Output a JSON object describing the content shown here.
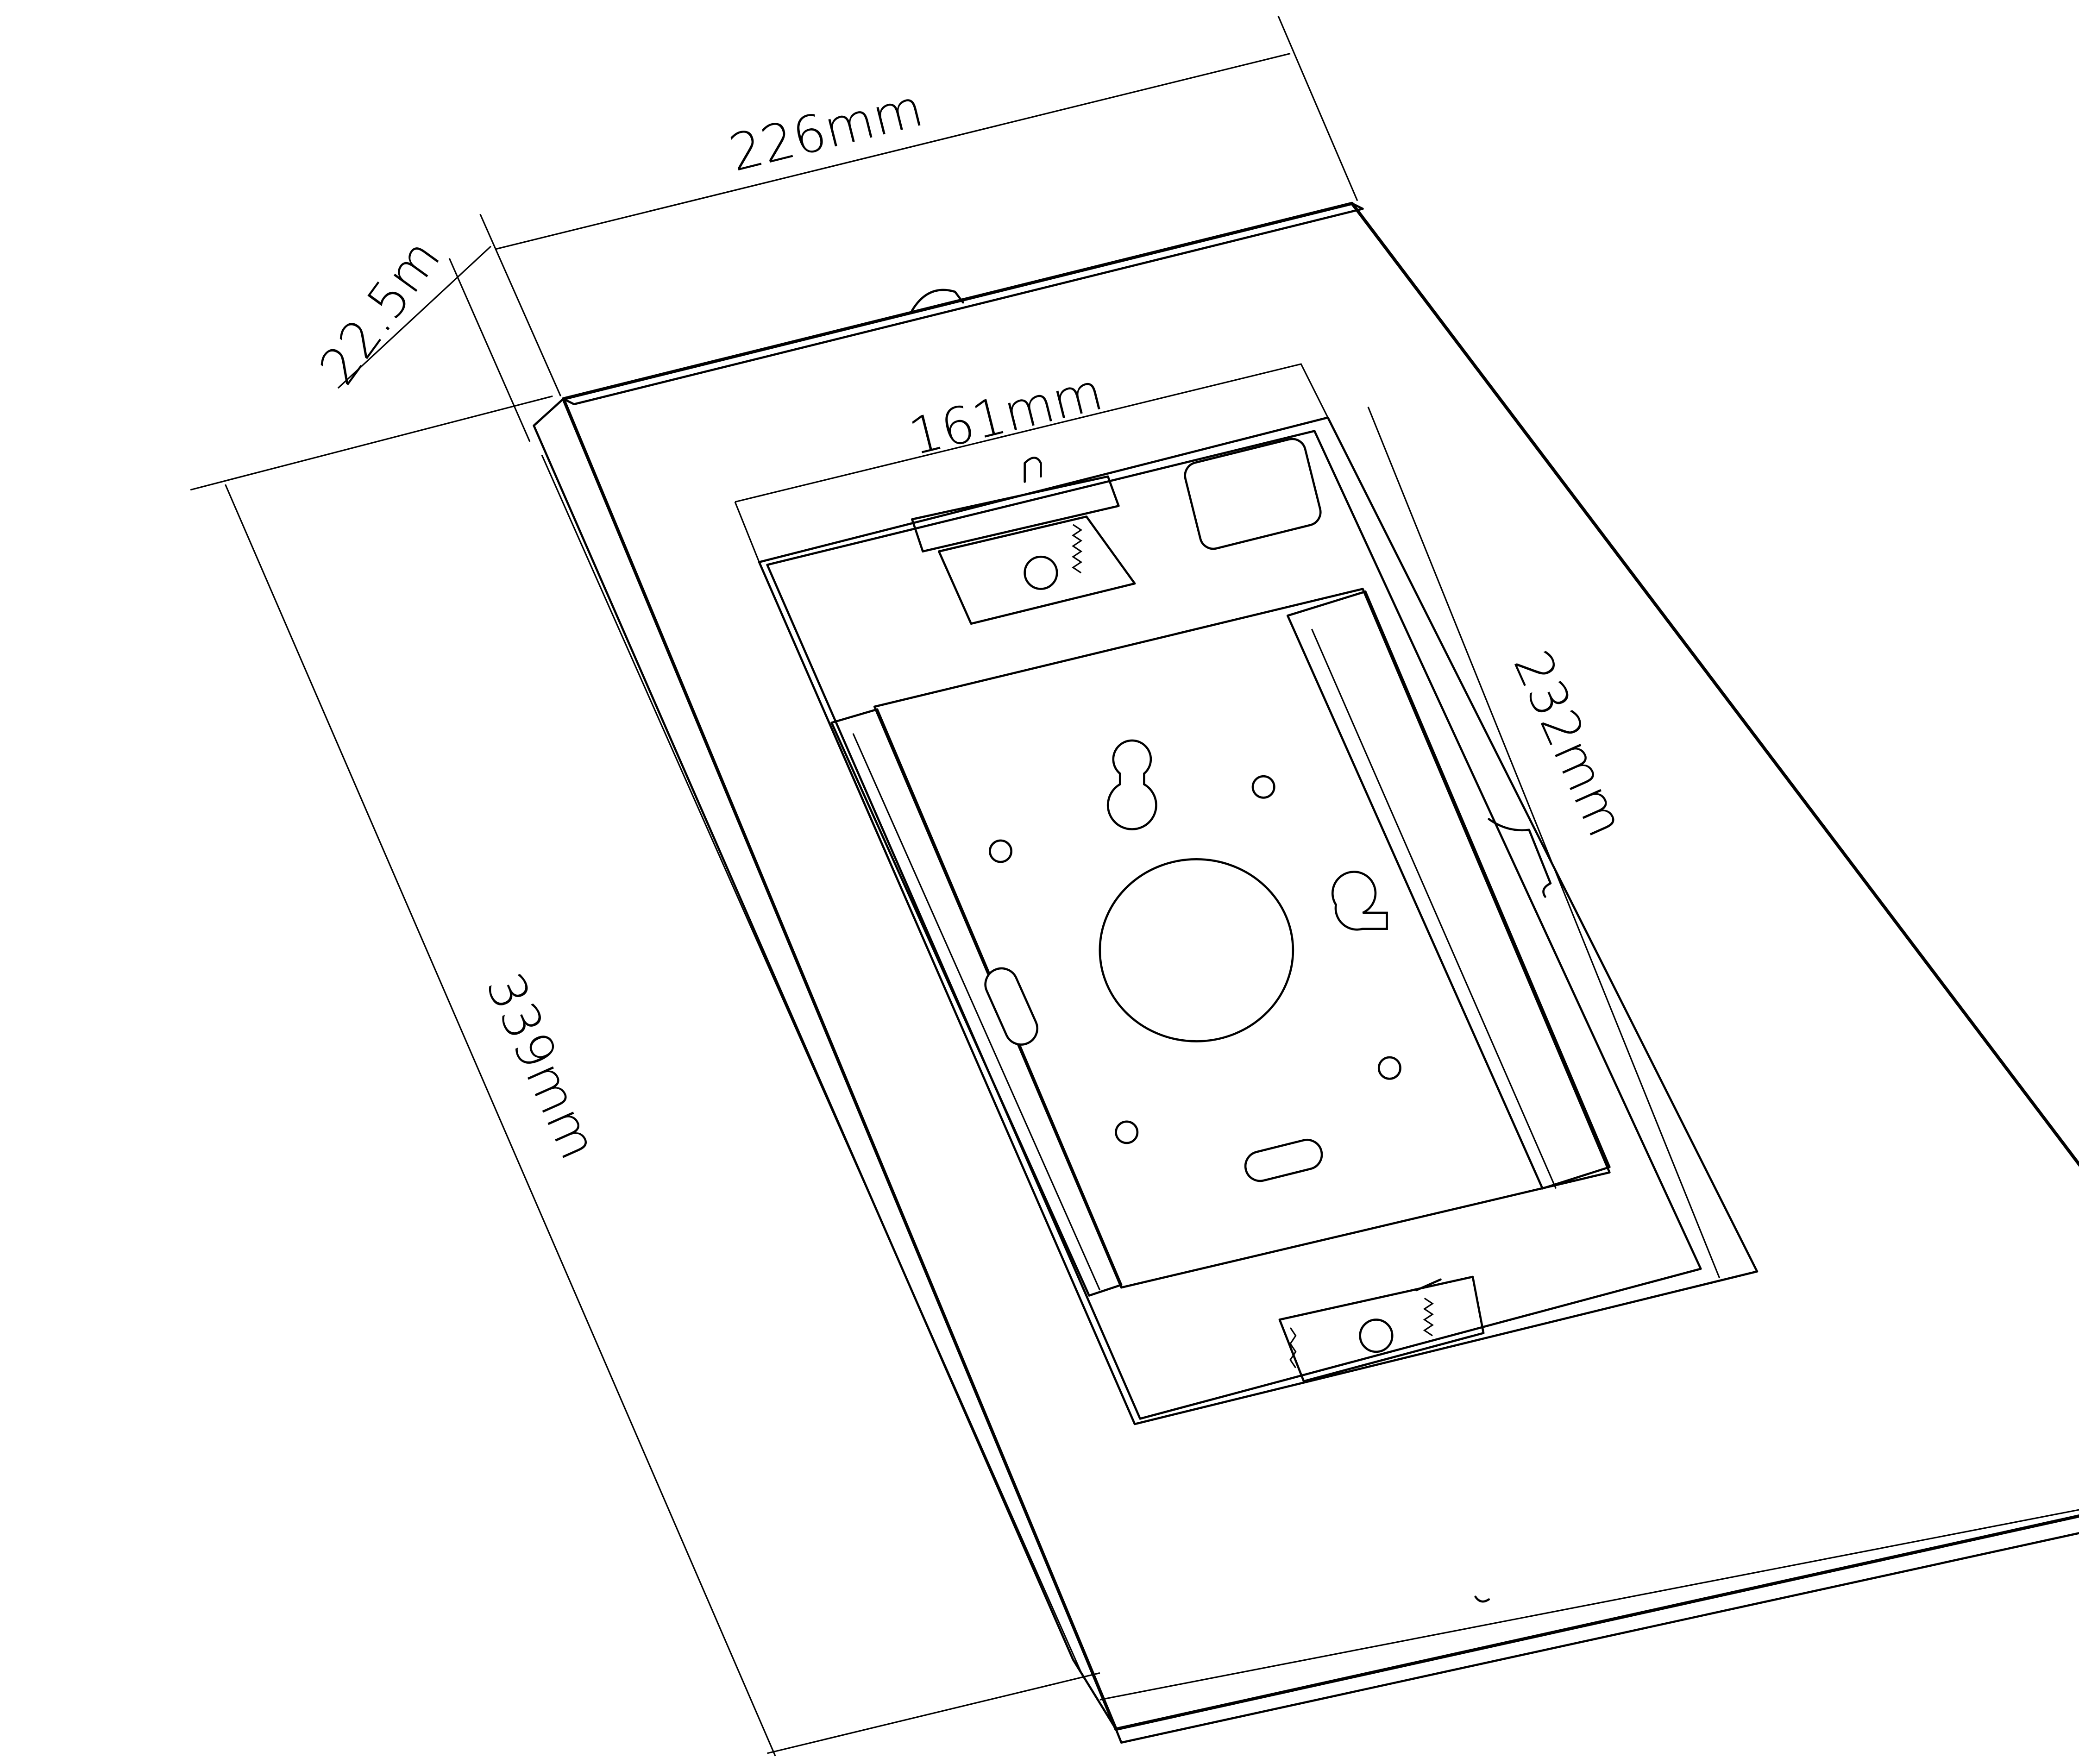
{
  "diagram": {
    "subject": "Tablet wall-mount enclosure, back-plate view with dimensions",
    "line_color": "#000000",
    "background": "#ffffff",
    "dimensions": {
      "width": "226mm",
      "depth": "22.5m",
      "inner_width": "161mm",
      "inner_height": "232mm",
      "height": "339mm"
    }
  }
}
